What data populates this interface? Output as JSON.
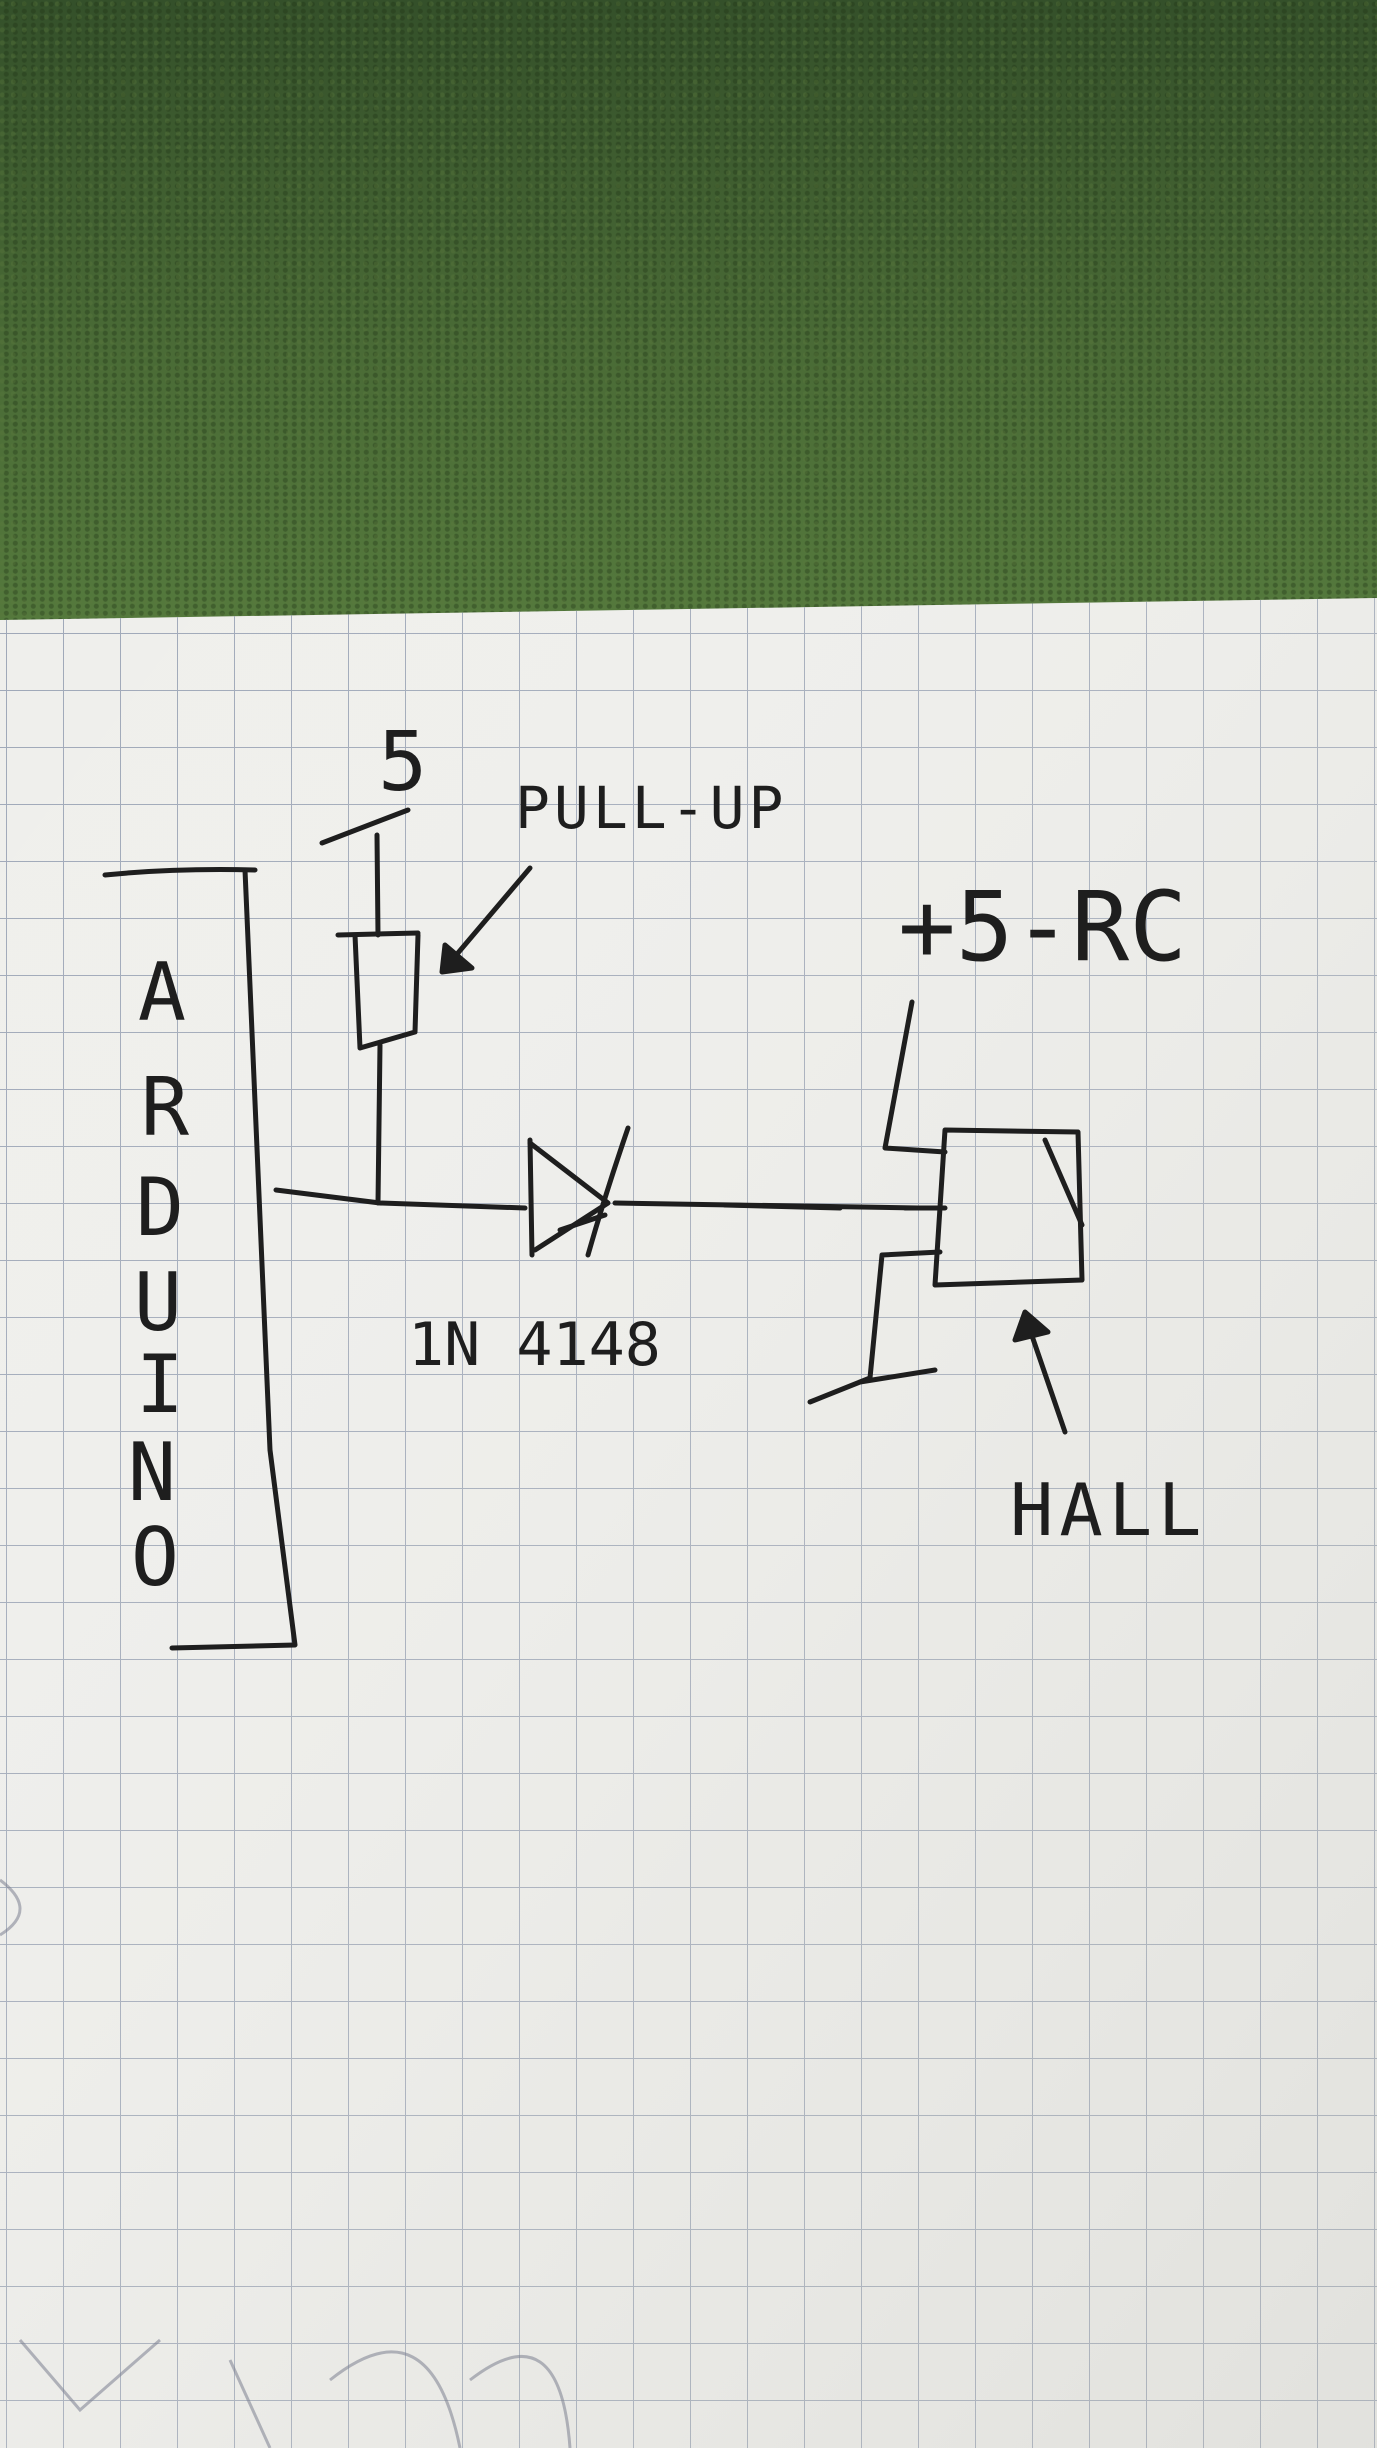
{
  "diagram": {
    "labels": {
      "supply_5v": "5",
      "pullup": "PULL-UP",
      "arduino_letters": [
        "A",
        "R",
        "D",
        "U",
        "I",
        "N",
        "O"
      ],
      "diode": "1N 4148",
      "rc_supply": "+5-RC",
      "hall": "HALL"
    }
  },
  "colors": {
    "ink": "#1e1e1e",
    "paper": "#efefec",
    "grid": "#9fa8b8",
    "grass": "#4a6b36"
  }
}
